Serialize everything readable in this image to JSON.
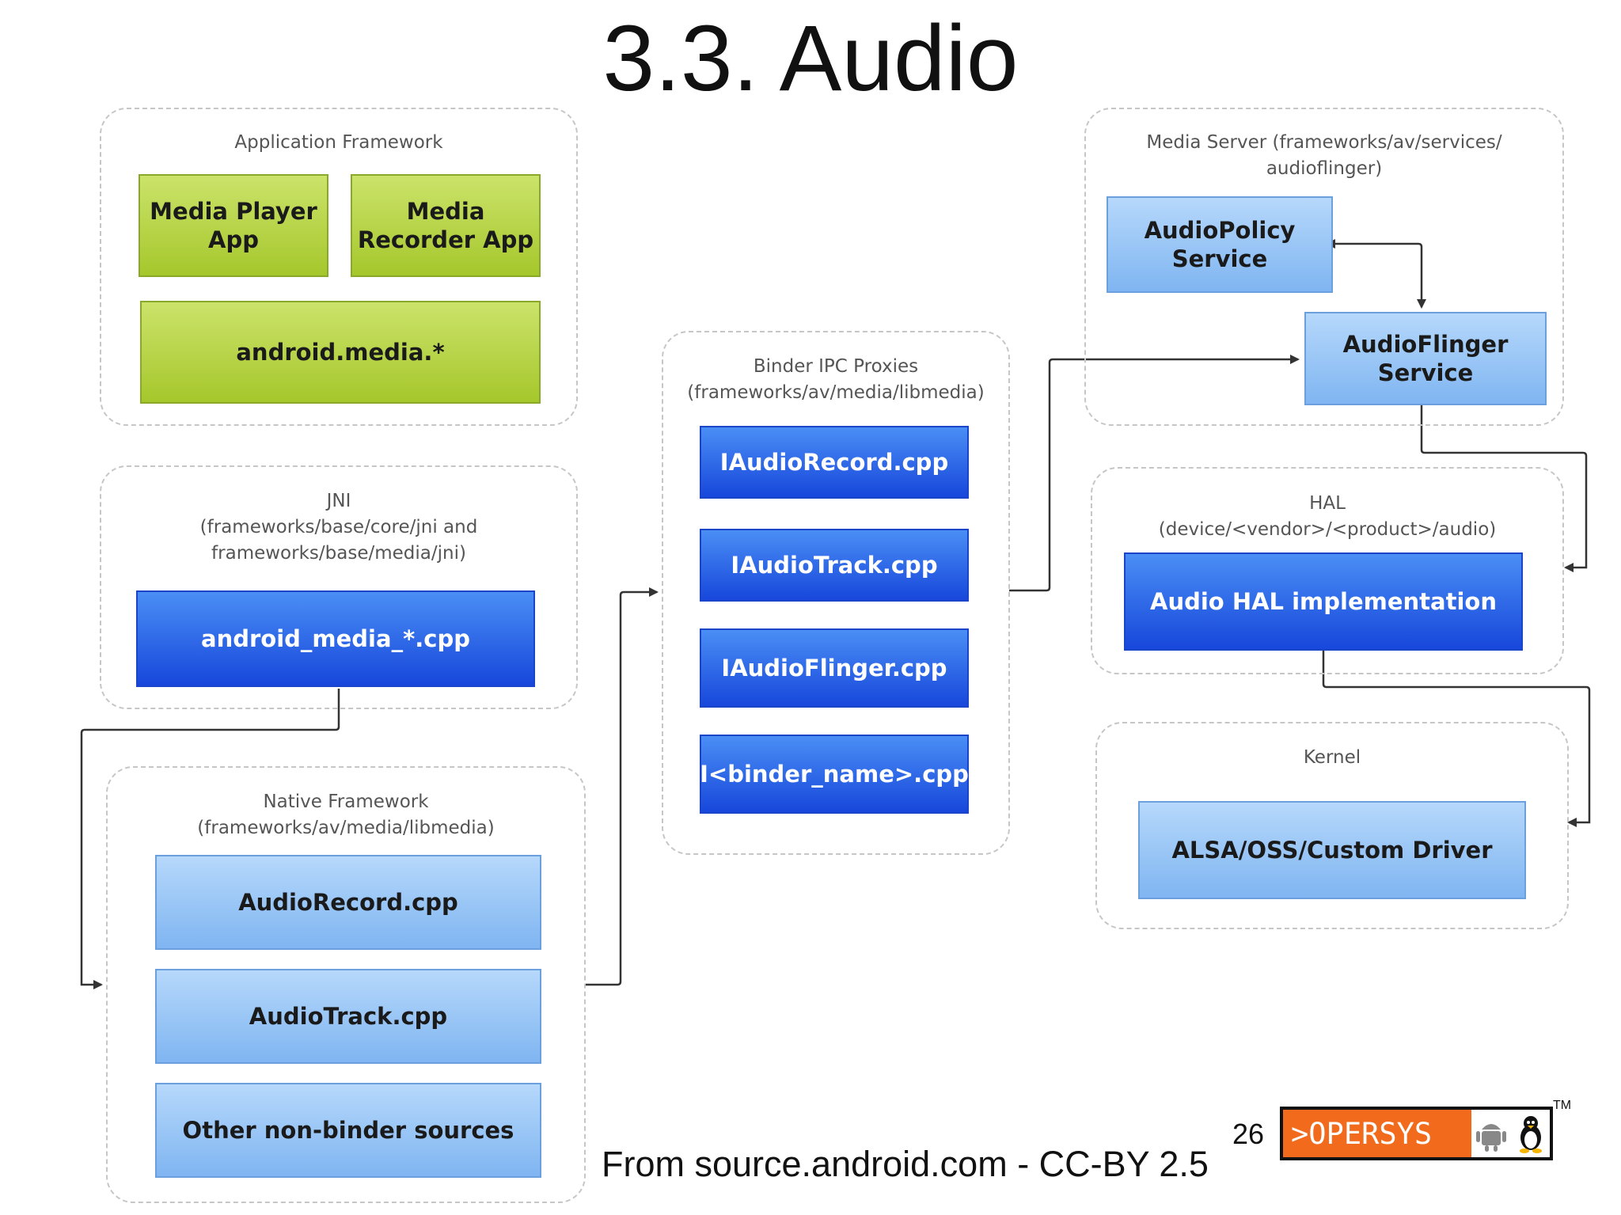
{
  "title": "3.3. Audio",
  "groups": {
    "app_framework": {
      "label": "Application Framework"
    },
    "jni": {
      "label": "JNI\n(frameworks/base/core/jni and\nframeworks/base/media/jni)"
    },
    "native_framework": {
      "label": "Native Framework\n(frameworks/av/media/libmedia)"
    },
    "binder": {
      "label": "Binder IPC Proxies\n(frameworks/av/media/libmedia)"
    },
    "media_server": {
      "label": "Media Server (frameworks/av/services/\naudioflinger)"
    },
    "hal": {
      "label": "HAL\n(device/<vendor>/<product>/audio)"
    },
    "kernel": {
      "label": "Kernel"
    }
  },
  "boxes": {
    "media_player_app": "Media Player\nApp",
    "media_recorder_app": "Media\nRecorder App",
    "android_media": "android.media.*",
    "android_media_cpp": "android_media_*.cpp",
    "audiorecord_cpp": "AudioRecord.cpp",
    "audiotrack_cpp": "AudioTrack.cpp",
    "other_sources": "Other non-binder sources",
    "iaudiorecord_cpp": "IAudioRecord.cpp",
    "iaudiotrack_cpp": "IAudioTrack.cpp",
    "iaudioflinger_cpp": "IAudioFlinger.cpp",
    "ibinder_cpp": "I<binder_name>.cpp",
    "audiopolicy_service": "AudioPolicy\nService",
    "audioflinger_service": "AudioFlinger\nService",
    "audio_hal": "Audio HAL implementation",
    "alsa_driver": "ALSA/OSS/Custom Driver"
  },
  "footer": "From source.android.com - CC-BY 2.5",
  "page_number": "26",
  "logo": {
    "text": ">OPERSYS",
    "trademark": "TM",
    "icons": [
      "android-icon",
      "tux-penguin-icon"
    ]
  },
  "colors": {
    "app_green": "#a6c72c",
    "native_blue": "#1747db",
    "light_blue": "#7fb5f1",
    "logo_orange": "#f26b1d"
  }
}
